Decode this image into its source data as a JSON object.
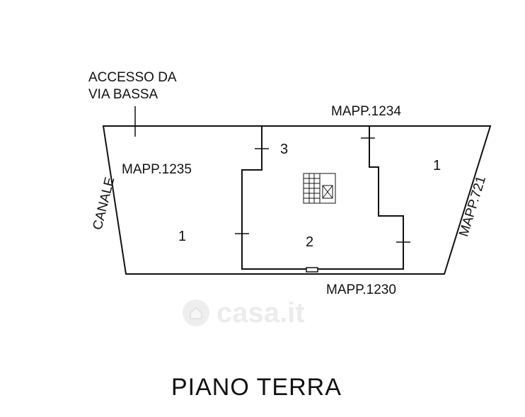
{
  "plan": {
    "access_note": "ACCESSO DA\nVIA BASSA",
    "title": "PIANO TERRA",
    "neighbors": {
      "top": "MAPP.1234",
      "left_inside": "MAPP.1235",
      "bottom": "MAPP.1230",
      "right": "MAPP.721",
      "left": "CANALE"
    },
    "room_numbers": {
      "left": "1",
      "center": "2",
      "small": "3",
      "right": "1"
    }
  },
  "watermark": {
    "brand": "casa.it",
    "icon": "house-icon"
  }
}
